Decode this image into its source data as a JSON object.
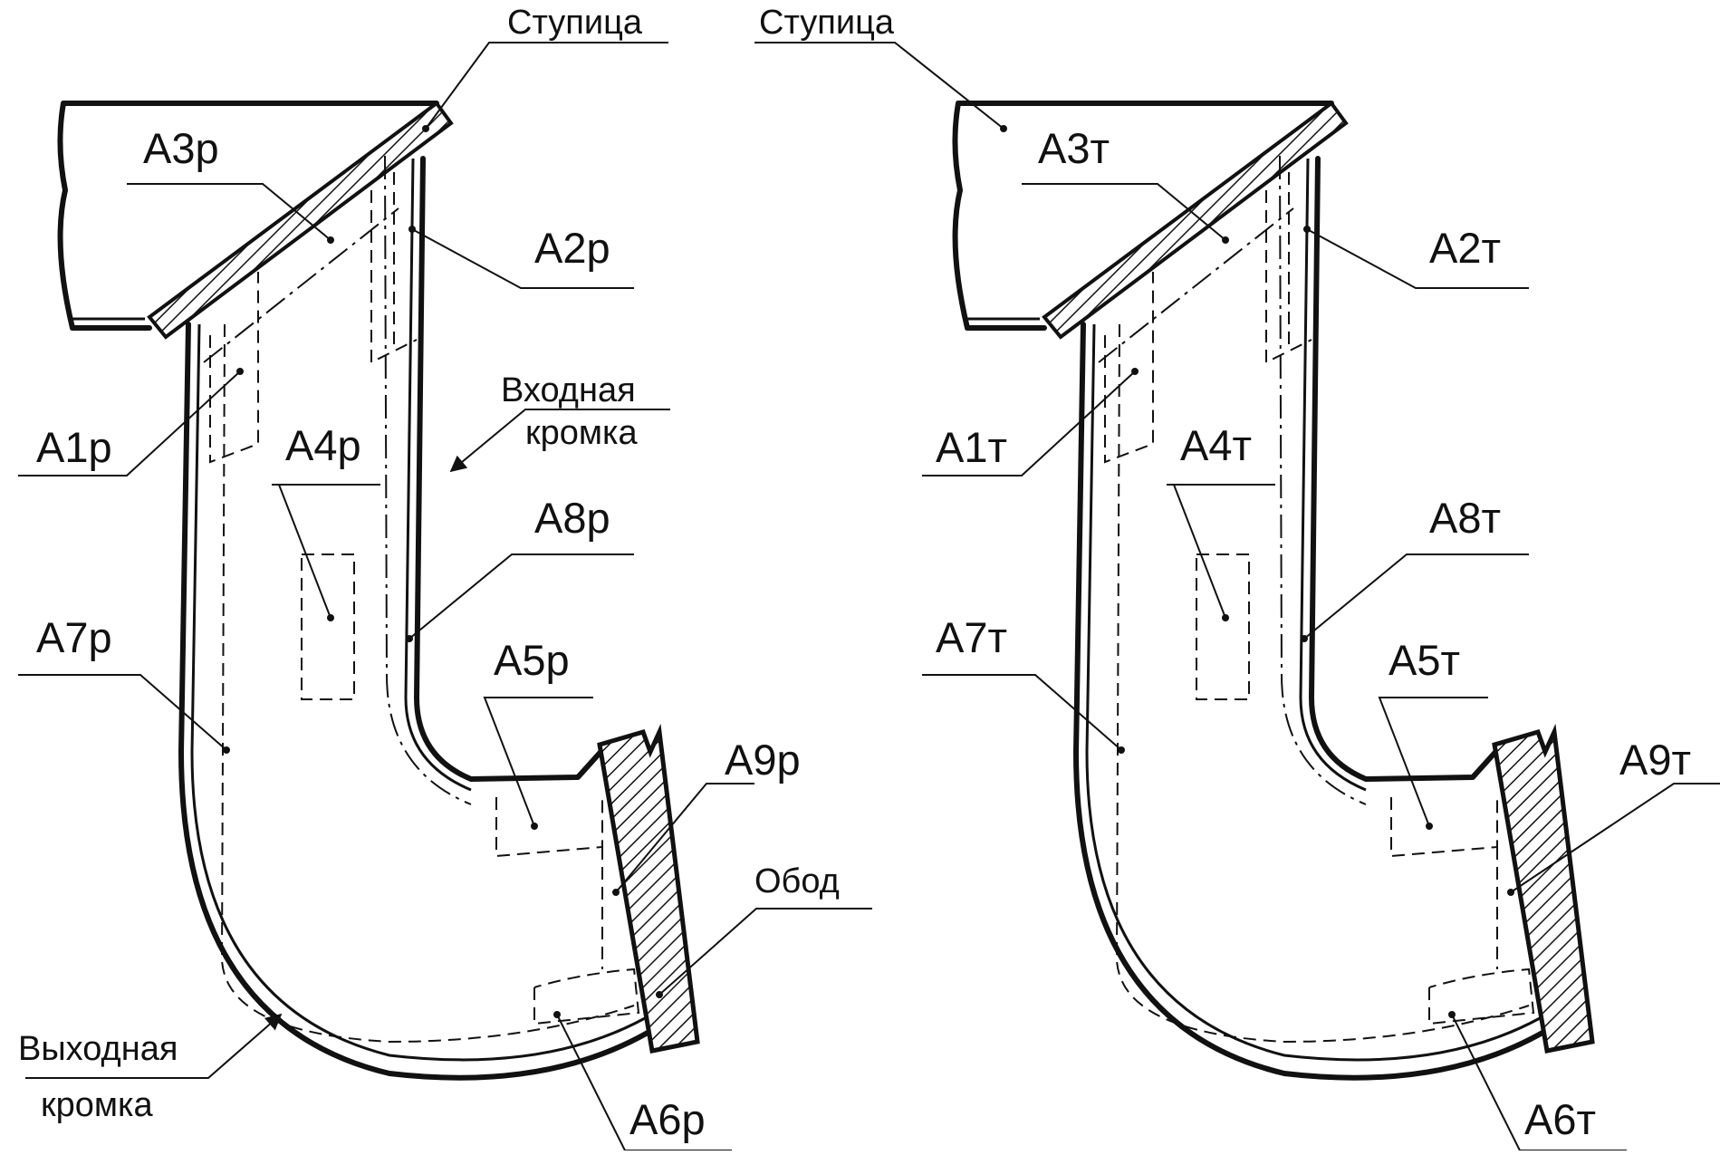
{
  "left": {
    "hub": "Ступица",
    "inlet_edge_line1": "Входная",
    "inlet_edge_line2": "кромка",
    "outlet_edge_line1": "Выходная",
    "outlet_edge_line2": "кромка",
    "rim": "Обод",
    "zones": {
      "a1": "A1р",
      "a2": "A2р",
      "a3": "A3р",
      "a4": "A4р",
      "a5": "A5р",
      "a6": "A6р",
      "a7": "A7р",
      "a8": "A8р",
      "a9": "A9р"
    }
  },
  "right": {
    "hub": "Ступица",
    "zones": {
      "a1": "A1т",
      "a2": "A2т",
      "a3": "A3т",
      "a4": "A4т",
      "a5": "A5т",
      "a6": "A6т",
      "a7": "A7т",
      "a8": "A8т",
      "a9": "A9т"
    }
  }
}
